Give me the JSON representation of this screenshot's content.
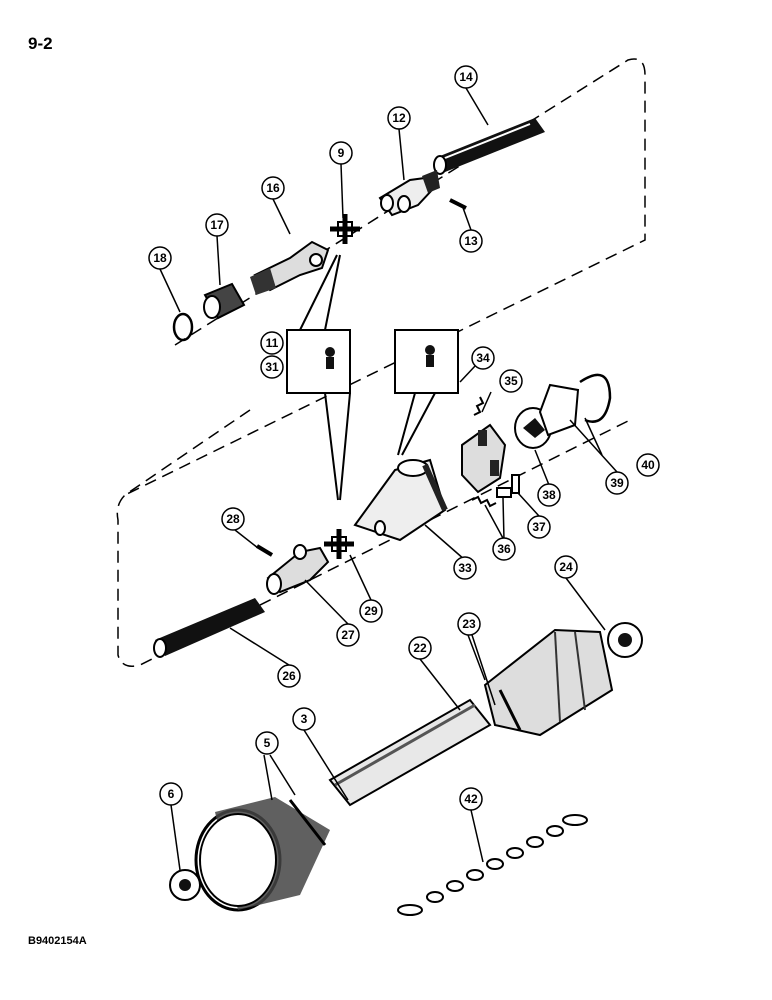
{
  "page": {
    "number": "9-2",
    "figure_code": "B9402154A"
  },
  "callouts": {
    "c3": "3",
    "c5": "5",
    "c6": "6",
    "c9": "9",
    "c11": "11",
    "c12": "12",
    "c13": "13",
    "c14": "14",
    "c16": "16",
    "c17": "17",
    "c18": "18",
    "c22": "22",
    "c23": "23",
    "c24": "24",
    "c26": "26",
    "c27": "27",
    "c28": "28",
    "c29": "29",
    "c31": "31",
    "c33": "33",
    "c34": "34",
    "c35": "35",
    "c36": "36",
    "c37": "37",
    "c38": "38",
    "c39": "39",
    "c40": "40",
    "c42": "42"
  }
}
